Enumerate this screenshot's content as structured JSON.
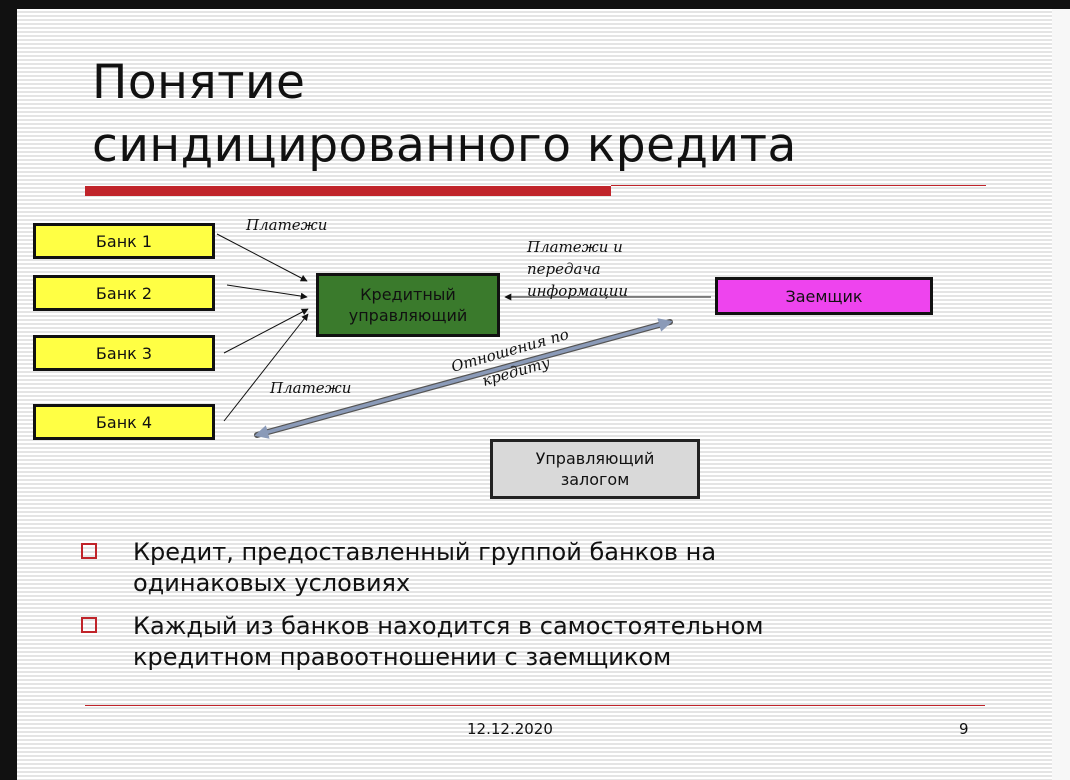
{
  "title": {
    "line1": "Понятие",
    "line2": "синдицированного кредита"
  },
  "diagram": {
    "banks": [
      "Банк 1",
      "Банк 2",
      "Банк 3",
      "Банк 4"
    ],
    "manager": {
      "line1": "Кредитный",
      "line2": "управляющий"
    },
    "borrower": "Заемщик",
    "collateral": {
      "line1": "Управляющий",
      "line2": "залогом"
    },
    "labels": {
      "payments_top": "Платежи",
      "payments_info": {
        "line1": "Платежи и",
        "line2": "передача",
        "line3": "информации"
      },
      "payments_bottom": "Платежи",
      "credit_relations": {
        "line1": "Отношения по",
        "line2": "кредиту"
      }
    },
    "colors": {
      "bank": "#ffff44",
      "manager": "#3a7a2c",
      "borrower": "#ee44ee",
      "collateral": "#d9d9d9",
      "accent": "#c0242a"
    }
  },
  "bullets": [
    {
      "line1": "Кредит, предоставленный группой банков на",
      "line2": "одинаковых условиях"
    },
    {
      "line1": "Каждый из банков находится в самостоятельном",
      "line2": "кредитном правоотношении с заемщиком"
    }
  ],
  "footer": {
    "date": "12.12.2020",
    "page": "9"
  }
}
